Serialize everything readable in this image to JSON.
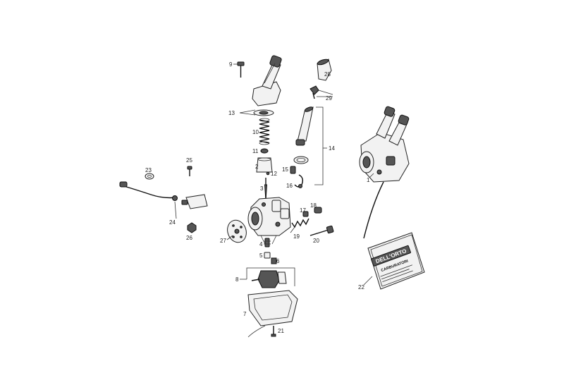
{
  "labels": {
    "l1": "1",
    "l2": "2",
    "l3": "3",
    "l4": "4",
    "l5": "5",
    "l6": "6",
    "l7": "7",
    "l8": "8",
    "l9": "9",
    "l10": "10",
    "l11": "11",
    "l12": "12",
    "l13": "13",
    "l14": "14",
    "l15": "15",
    "l16": "16",
    "l17": "17",
    "l18": "18",
    "l19": "19",
    "l20": "20",
    "l21": "21",
    "l22": "22",
    "l23": "23",
    "l24": "24",
    "l25": "25",
    "l26": "26",
    "l27": "27",
    "l28": "28",
    "l29": "29"
  },
  "kit_card": {
    "brand": "DELL'ORTO",
    "caption": "CARBURATORI"
  }
}
